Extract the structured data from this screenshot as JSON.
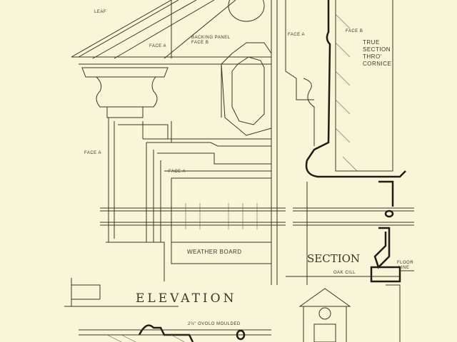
{
  "labels": {
    "leaf": "LEAF",
    "backing_panel": "BACKING PANEL",
    "face_b_top": "FACE B",
    "face_a_pediment": "FACE A",
    "face_a_section": "FACE A",
    "face_b_section": "FACE B",
    "true_section": [
      "TRUE",
      "SECTION",
      "THRO'",
      "CORNICE"
    ],
    "face_a_pilaster": "FACE A",
    "face_a_panel": "FACE A",
    "weather_board": "WEATHER BOARD",
    "section": "SECTION",
    "oak_cill": "OAK CILL",
    "floor_line": [
      "FLOOR",
      "LINE"
    ],
    "elevation": "ELEVATION",
    "ovolo": "2½\" OVOLO MOULDED"
  }
}
